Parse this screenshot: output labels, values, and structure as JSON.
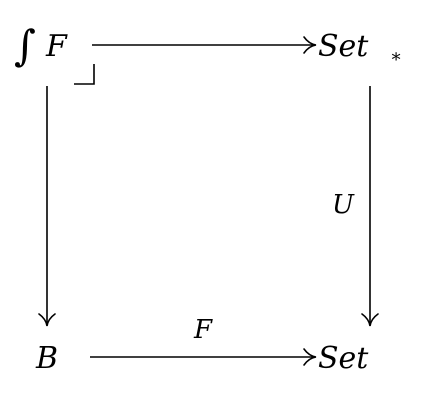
{
  "nodes": {
    "top_left": {
      "integral": "∫",
      "label": "F"
    },
    "top_right": {
      "label": "Set",
      "subscript": "∗"
    },
    "bottom_left": {
      "label": "B"
    },
    "bottom_right": {
      "label": "Set"
    }
  },
  "edges": {
    "right_vertical": {
      "label": "U"
    },
    "bottom_horizontal": {
      "label": "F"
    }
  },
  "colors": {
    "ink": "#000000",
    "background": "#ffffff"
  }
}
